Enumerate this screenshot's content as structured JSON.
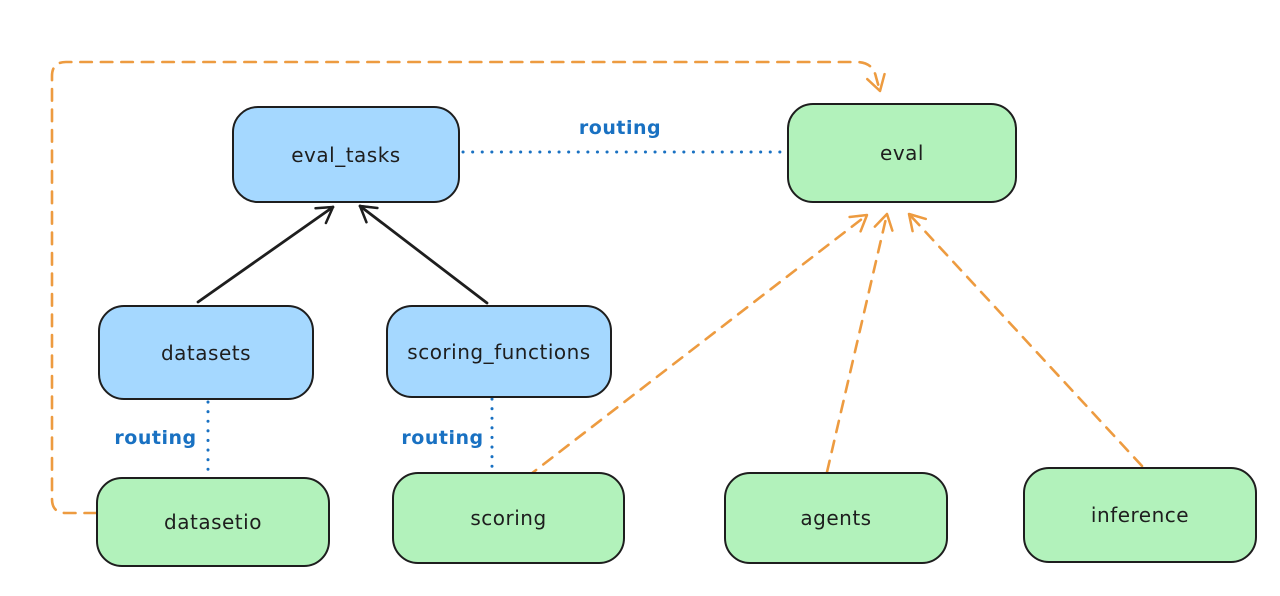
{
  "diagram": {
    "background_color": "#ffffff",
    "colors": {
      "resource_fill_blue": "#a5d8ff",
      "provider_fill_green": "#b2f2bb",
      "stroke_dark": "#1e1e1e",
      "routing_blue": "#1971c2",
      "provider_orange": "#ed9b40"
    },
    "nodes": [
      {
        "id": "eval_tasks",
        "label": "eval_tasks",
        "fill": "#a5d8ff"
      },
      {
        "id": "eval",
        "label": "eval",
        "fill": "#b2f2bb"
      },
      {
        "id": "datasets",
        "label": "datasets",
        "fill": "#a5d8ff"
      },
      {
        "id": "scoring_functions",
        "label": "scoring_functions",
        "fill": "#a5d8ff"
      },
      {
        "id": "datasetio",
        "label": "datasetio",
        "fill": "#b2f2bb"
      },
      {
        "id": "scoring",
        "label": "scoring",
        "fill": "#b2f2bb"
      },
      {
        "id": "agents",
        "label": "agents",
        "fill": "#b2f2bb"
      },
      {
        "id": "inference",
        "label": "inference",
        "fill": "#b2f2bb"
      }
    ],
    "edges": [
      {
        "from": "datasets",
        "to": "eval_tasks",
        "style": "solid",
        "color": "#1e1e1e",
        "arrow": true,
        "label": ""
      },
      {
        "from": "scoring_functions",
        "to": "eval_tasks",
        "style": "solid",
        "color": "#1e1e1e",
        "arrow": true,
        "label": ""
      },
      {
        "from": "eval_tasks",
        "to": "eval",
        "style": "dotted",
        "color": "#1971c2",
        "arrow": false,
        "label": "routing"
      },
      {
        "from": "datasets",
        "to": "datasetio",
        "style": "dotted",
        "color": "#1971c2",
        "arrow": false,
        "label": "routing"
      },
      {
        "from": "scoring_functions",
        "to": "scoring",
        "style": "dotted",
        "color": "#1971c2",
        "arrow": false,
        "label": "routing"
      },
      {
        "from": "datasetio",
        "to": "eval",
        "style": "dashed",
        "color": "#ed9b40",
        "arrow": true,
        "label": "",
        "route": "around-left-and-top"
      },
      {
        "from": "scoring",
        "to": "eval",
        "style": "dashed",
        "color": "#ed9b40",
        "arrow": true,
        "label": ""
      },
      {
        "from": "agents",
        "to": "eval",
        "style": "dashed",
        "color": "#ed9b40",
        "arrow": true,
        "label": ""
      },
      {
        "from": "inference",
        "to": "eval",
        "style": "dashed",
        "color": "#ed9b40",
        "arrow": true,
        "label": ""
      }
    ]
  }
}
